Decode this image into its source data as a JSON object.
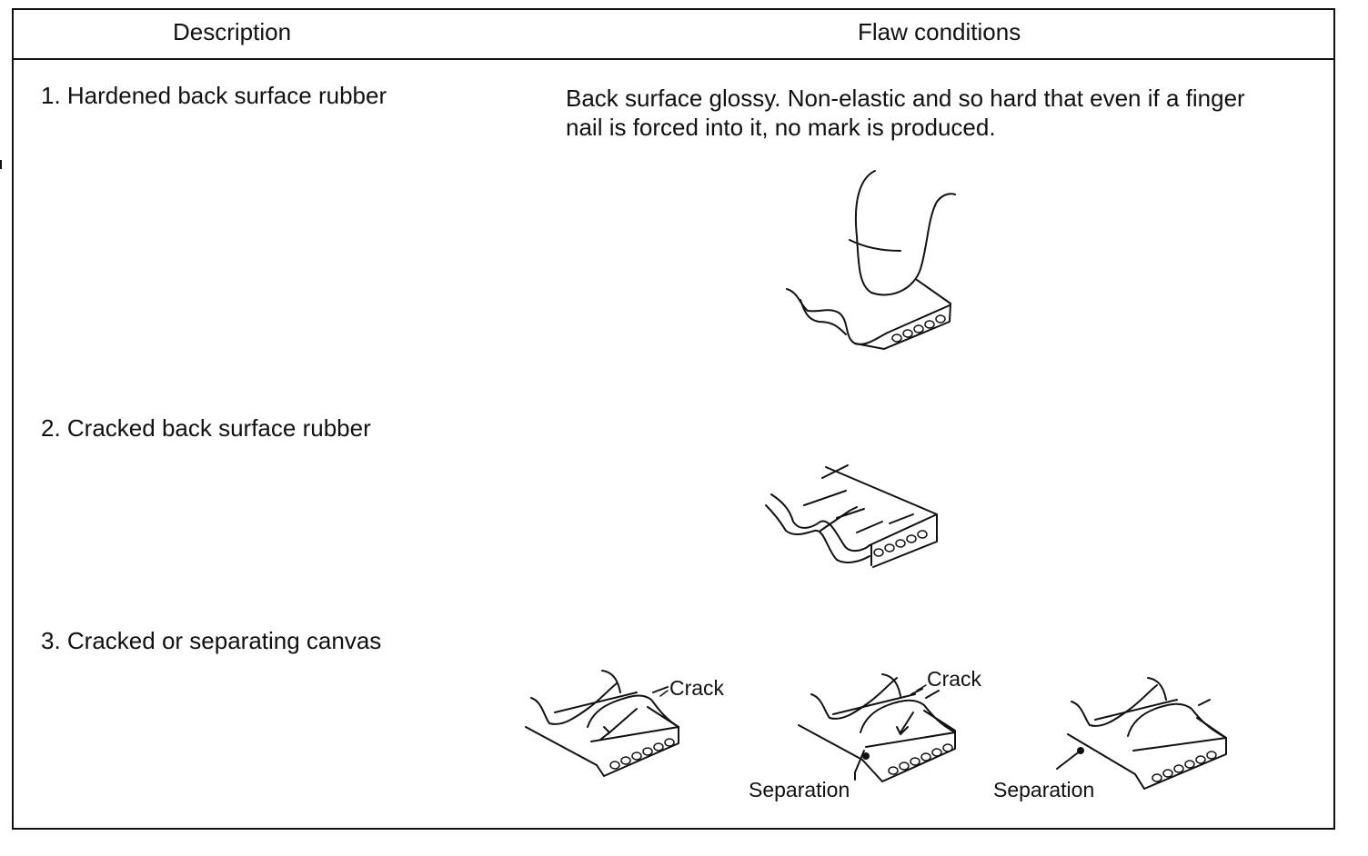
{
  "table": {
    "headers": {
      "description": "Description",
      "flaw_conditions": "Flaw conditions"
    },
    "rows": [
      {
        "description": "1. Hardened back surface rubber",
        "flaw_line_1": "Back surface glossy. Non-elastic and so hard that even if a finger",
        "flaw_line_2": "nail is forced into it, no mark is produced."
      },
      {
        "description": "2. Cracked back surface rubber"
      },
      {
        "description": "3. Cracked or separating canvas"
      }
    ]
  },
  "illustrations": {
    "finger_press": {
      "icon": "finger-pressing-belt-icon"
    },
    "cracked_belt": {
      "icon": "cracked-belt-icon"
    },
    "canvas_a": {
      "icon": "cracked-canvas-belt-icon",
      "label_crack": "Crack"
    },
    "canvas_b": {
      "icon": "cracked-separated-belt-icon",
      "label_crack": "Crack",
      "label_separation": "Separation"
    },
    "canvas_c": {
      "icon": "separated-belt-icon",
      "label_separation": "Separation"
    }
  }
}
